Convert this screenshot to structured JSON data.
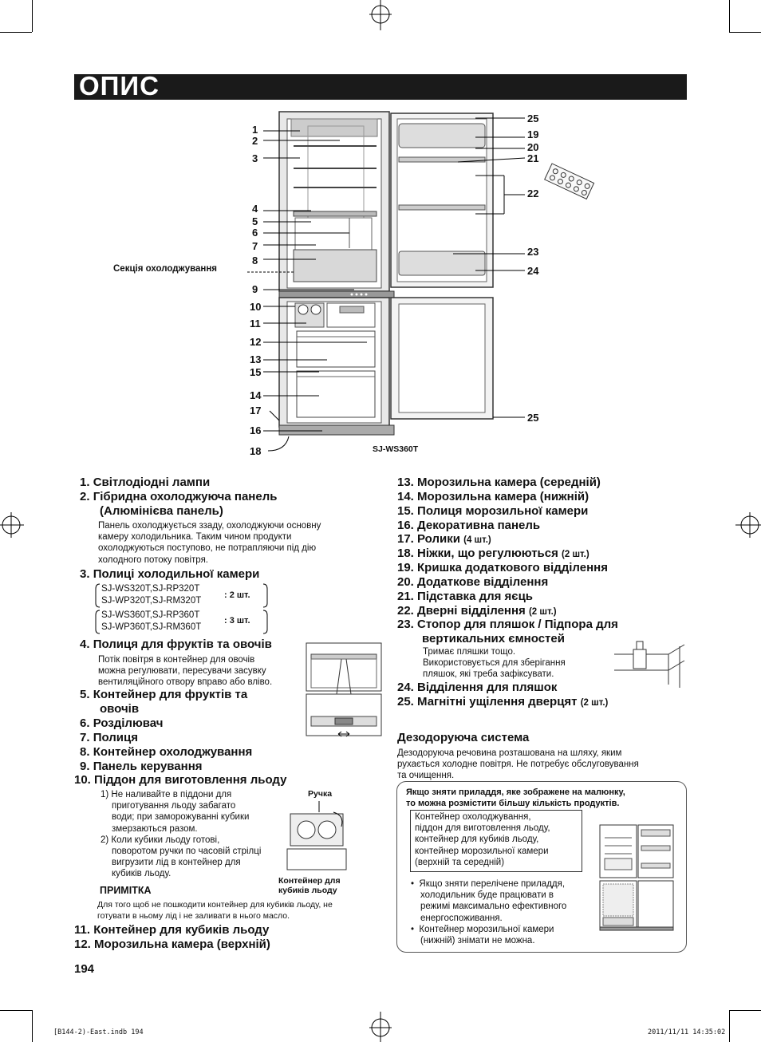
{
  "header": {
    "title": "ОПИС"
  },
  "diagram": {
    "left_numbers": [
      "1",
      "2",
      "3",
      "4",
      "5",
      "6",
      "7",
      "8",
      "9",
      "10",
      "11",
      "12",
      "13",
      "15",
      "14",
      "17",
      "16",
      "18"
    ],
    "right_numbers": [
      "25",
      "19",
      "20",
      "21",
      "22",
      "23",
      "24",
      "25"
    ],
    "cooling_section_label": "Секція охолоджування",
    "model_label": "SJ-WS360T"
  },
  "left_column": {
    "item1": {
      "num": "1.",
      "text": "Світлодіодні лампи"
    },
    "item2": {
      "num": "2.",
      "text": "Гібридна охолоджуюча панель",
      "text2": "(Алюмінієва панель)"
    },
    "item2_desc": [
      "Панель охолоджується ззаду, охолоджуючи основну",
      "камеру холодильника. Таким чином продукти",
      "охолоджуються поступово, не потрапляючи під дію",
      "холодного потоку повітря."
    ],
    "item3": {
      "num": "3.",
      "text": "Полиці холодильної камери"
    },
    "models_a": [
      "SJ-WS320T,SJ-RP320T",
      "SJ-WP320T,SJ-RM320T"
    ],
    "qty_a": ": 2 шт.",
    "models_b": [
      "SJ-WS360T,SJ-RP360T",
      "SJ-WP360T,SJ-RM360T"
    ],
    "qty_b": ": 3 шт.",
    "item4": {
      "num": "4.",
      "text": "Полиця для фруктів та овочів"
    },
    "item4_desc": [
      "Потік повітря в контейнер для овочів",
      "можна регулювати, пересувачи засувку",
      "вентиляційного отвору вправо або вліво."
    ],
    "item5": {
      "num": "5.",
      "text": "Контейнер для фруктів та",
      "text2": "овочів"
    },
    "item6": {
      "num": "6.",
      "text": "Розділювач"
    },
    "item7": {
      "num": "7.",
      "text": "Полиця"
    },
    "item8": {
      "num": "8.",
      "text": "Контейнер охолоджування"
    },
    "item9": {
      "num": "9.",
      "text": "Панель керування"
    },
    "item10": {
      "num": "10.",
      "text": "Піддон для виготовлення льоду"
    },
    "item10_notes": [
      "1) Не наливайте в піддони для",
      "приготування льоду забагато",
      "води; при заморожуванні кубики",
      "змерзаються разом.",
      "2) Коли кубики льоду готові,",
      "поворотом ручки по часовій стрілці",
      "вигрузити лід в контейнер для",
      "кубиків льоду."
    ],
    "handle_label": "Ручка",
    "ice_container_label": [
      "Контейнер для",
      "кубиків льоду"
    ],
    "note_heading": "ПРИМІТКА",
    "note_text": [
      "Для того щоб не пошкодити контейнер для кубиків льоду, не",
      "готувати в ньому лід і не заливати в нього масло."
    ],
    "item11": {
      "num": "11.",
      "text": "Контейнер для кубиків льоду"
    },
    "item12": {
      "num": "12.",
      "text": "Морозильна камера (верхній)"
    },
    "page_number": "194"
  },
  "right_column": {
    "item13": {
      "num": "13.",
      "text": "Морозильна камера (середній)"
    },
    "item14": {
      "num": "14.",
      "text": "Морозильна камера (нижній)"
    },
    "item15": {
      "num": "15.",
      "text": "Полиця морозильної камери"
    },
    "item16": {
      "num": "16.",
      "text": "Декоративна панель"
    },
    "item17": {
      "num": "17.",
      "text": "Ролики",
      "qty": "(4 шт.)"
    },
    "item18": {
      "num": "18.",
      "text": "Ніжки, що регулюються",
      "qty": "(2 шт.)"
    },
    "item19": {
      "num": "19.",
      "text": "Кришка додаткового відділення"
    },
    "item20": {
      "num": "20.",
      "text": "Додаткове відділення"
    },
    "item21": {
      "num": "21.",
      "text": "Підставка для яєць"
    },
    "item22": {
      "num": "22.",
      "text": "Дверні відділення",
      "qty": "(2 шт.)"
    },
    "item23": {
      "num": "23.",
      "text": "Стопор для пляшок / Підпора для",
      "text2": "вертикальних ємностей"
    },
    "item23_desc": [
      "Тримає пляшки тощо.",
      "Використовується для зберігання",
      "пляшок, які треба зафіксувати."
    ],
    "item24": {
      "num": "24.",
      "text": "Відділення для пляшок"
    },
    "item25": {
      "num": "25.",
      "text": "Магнітні ущілення дверцят",
      "qty": "(2 шт.)"
    },
    "deodor_title": "Дезодоруюча система",
    "deodor_text": [
      "Дезодоруюча речовина розташована на шляху, яким",
      "рухається холодне повітря. Не потребує обслуговування",
      "та очищення."
    ],
    "box_heading": [
      "Якщо зняти приладдя, яке зображене на малюнку,",
      "то можна розмістити більшу кількість продуктів."
    ],
    "box_list": [
      "Контейнер охолоджування,",
      "піддон для виготовлення льоду,",
      "контейнер для кубиків льоду,",
      "контейнер морозильної камери",
      "(верхній та середній)"
    ],
    "bullets": [
      [
        "Якщо зняти перелічене приладдя,",
        "холодильник буде працювати в",
        "режимі максимально ефективного",
        "енергоспоживання."
      ],
      [
        "Контейнер морозильної камери",
        "(нижній) знімати не можна."
      ]
    ]
  },
  "footer": {
    "left": "[B144-2)-East.indb   194",
    "right": "2011/11/11   14:35:02"
  }
}
